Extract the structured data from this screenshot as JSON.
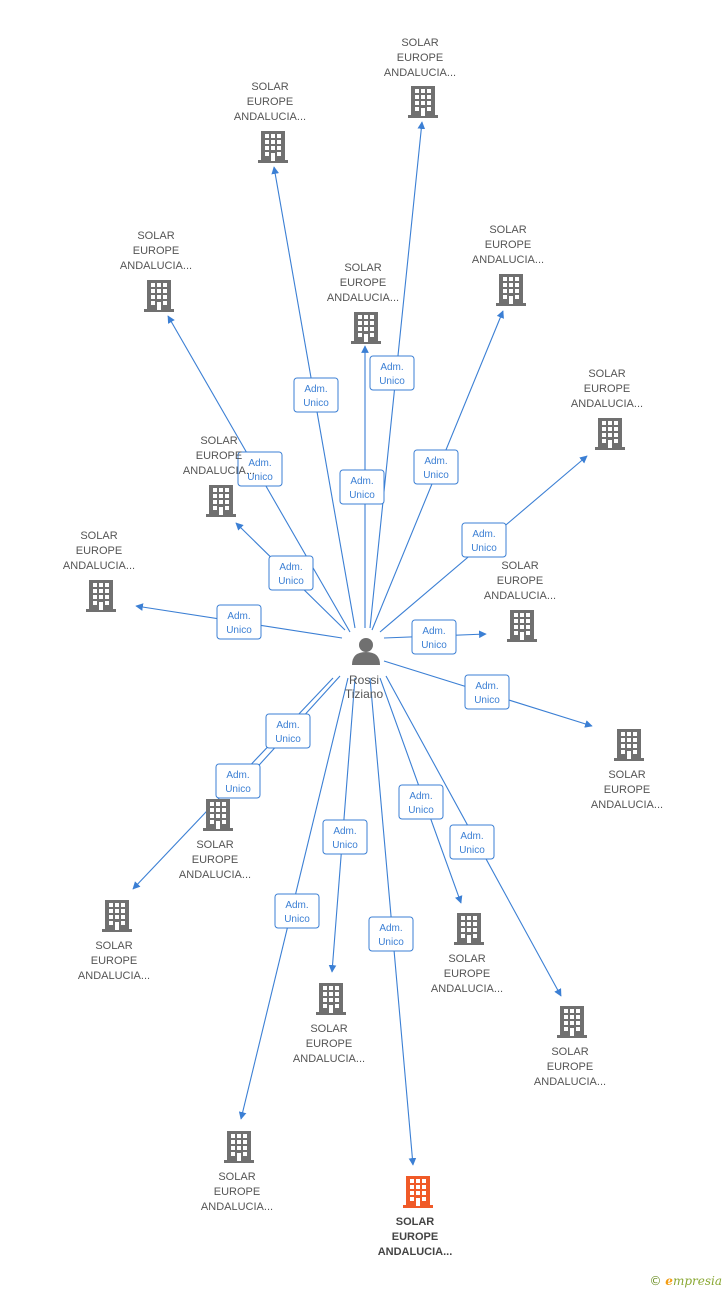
{
  "person": {
    "name_line1": "Rossi",
    "name_line2": "Tiziano",
    "icon": "person-icon"
  },
  "edge_label": {
    "line1": "Adm.",
    "line2": "Unico"
  },
  "company_label": {
    "line1": "SOLAR",
    "line2": "EUROPE",
    "line3": "ANDALUCIA..."
  },
  "nodes": [
    {
      "id": "n1",
      "highlight": false
    },
    {
      "id": "n2",
      "highlight": false
    },
    {
      "id": "n3",
      "highlight": false
    },
    {
      "id": "n4",
      "highlight": false
    },
    {
      "id": "n5",
      "highlight": false
    },
    {
      "id": "n6",
      "highlight": false
    },
    {
      "id": "n7",
      "highlight": false
    },
    {
      "id": "n8",
      "highlight": false
    },
    {
      "id": "n9",
      "highlight": false
    },
    {
      "id": "n10",
      "highlight": false
    },
    {
      "id": "n11",
      "highlight": false
    },
    {
      "id": "n12",
      "highlight": false
    },
    {
      "id": "n13",
      "highlight": false
    },
    {
      "id": "n14",
      "highlight": false
    },
    {
      "id": "n15",
      "highlight": false
    },
    {
      "id": "n16",
      "highlight": false
    },
    {
      "id": "n17",
      "highlight": true
    }
  ],
  "colors": {
    "edge": "#3b7fd4",
    "building": "#707070",
    "highlight": "#f05a28"
  },
  "brand": {
    "copyright": "©",
    "name_initial": "e",
    "name_rest": "mpresia"
  }
}
